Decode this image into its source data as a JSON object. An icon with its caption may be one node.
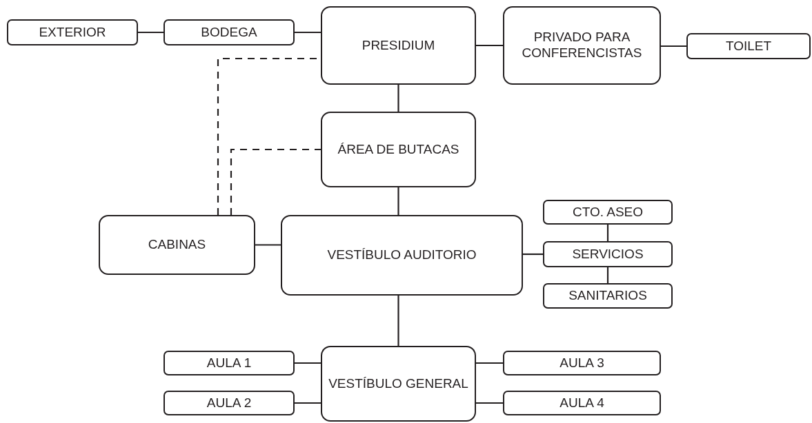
{
  "diagram": {
    "nodes": [
      {
        "text": [
          "EXTERIOR"
        ]
      },
      {
        "text": [
          "BODEGA"
        ]
      },
      {
        "text": [
          "PRESIDIUM"
        ]
      },
      {
        "text": [
          "PRIVADO PARA CONFERENCISTAS"
        ]
      },
      {
        "text": [
          "TOILET"
        ]
      },
      {
        "text": [
          "ÁREA DE BUTACAS"
        ]
      },
      {
        "text": [
          "CABINAS"
        ]
      },
      {
        "text": [
          "VESTÍBULO AUDITORIO"
        ]
      },
      {
        "text": [
          "CTO. ASEO"
        ]
      },
      {
        "text": [
          "SERVICIOS"
        ]
      },
      {
        "text": [
          "SANITARIOS"
        ]
      },
      {
        "text": [
          "AULA 1"
        ]
      },
      {
        "text": [
          "VESTÍBULO GENERAL"
        ]
      },
      {
        "text": [
          "AULA 3"
        ]
      },
      {
        "text": [
          "AULA 2"
        ]
      },
      {
        "text": [
          "AULA 4"
        ]
      }
    ],
    "edges": [
      {
        "from": 0,
        "to": 1,
        "arrow": "none"
      },
      {
        "from": 1,
        "to": 2,
        "arrow": "none"
      },
      {
        "from": 2,
        "to": 3,
        "arrow": "none"
      },
      {
        "from": 3,
        "to": 4,
        "arrow": "none"
      },
      {
        "from": 2,
        "to": 5,
        "arrow": "none"
      },
      {
        "from": 6,
        "to": 2,
        "arrow": "none",
        "style": "dashed"
      },
      {
        "from": 6,
        "to": 5,
        "arrow": "none",
        "style": "dashed"
      },
      {
        "from": 5,
        "to": 7,
        "arrow": "none"
      },
      {
        "from": 6,
        "to": 7,
        "arrow": "none"
      },
      {
        "from": 7,
        "to": 9,
        "arrow": "none"
      },
      {
        "from": 8,
        "to": 9,
        "arrow": "none"
      },
      {
        "from": 9,
        "to": 10,
        "arrow": "none"
      },
      {
        "from": 7,
        "to": 12,
        "arrow": "none"
      },
      {
        "from": 11,
        "to": 12,
        "arrow": "none"
      },
      {
        "from": 12,
        "to": 13,
        "arrow": "none"
      },
      {
        "from": 14,
        "to": 12,
        "arrow": "none"
      },
      {
        "from": 12,
        "to": 15,
        "arrow": "none"
      }
    ]
  }
}
